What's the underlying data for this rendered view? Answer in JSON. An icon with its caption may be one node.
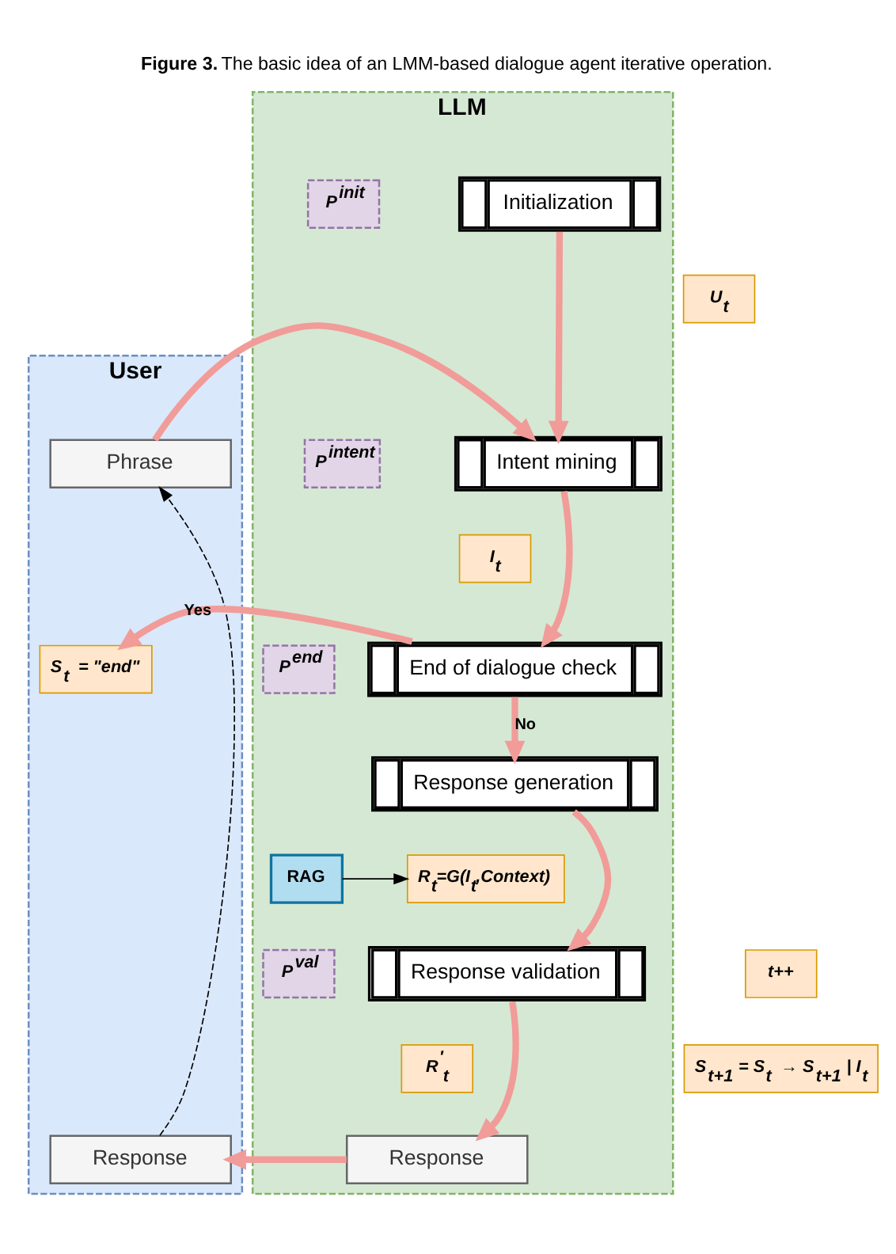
{
  "diagram": {
    "title": "**Figure 3.** The basic idea of an LMM-based dialogue agent iterative operation.",
    "nodes": [
      {
        "text": [
          "User"
        ]
      },
      {
        "text": [
          "LLM"
        ]
      },
      {
        "text": [
          "Initialization"
        ],
        "in": 1
      },
      {
        "text": [
          "P$^{init}$"
        ],
        "in": 1
      },
      {
        "text": [
          "U$_{t}$"
        ]
      },
      {
        "text": [
          "Phrase"
        ],
        "in": 0
      },
      {
        "text": [
          "Intent mining"
        ],
        "in": 1
      },
      {
        "text": [
          "P$^{intent}$"
        ],
        "in": 1
      },
      {
        "text": [
          "I$_{t}$"
        ],
        "in": 1
      },
      {
        "text": [
          "S$_{t}$ = \"end\""
        ],
        "in": 0
      },
      {
        "text": [
          "End of dialogue check"
        ],
        "in": 1
      },
      {
        "text": [
          "P$^{end}$"
        ],
        "in": 1
      },
      {
        "text": [
          "Response generation"
        ],
        "in": 1
      },
      {
        "text": [
          "RAG"
        ],
        "in": 1
      },
      {
        "text": [
          "R$_{t}$=G(I$_{t}$,Context)"
        ],
        "in": 1
      },
      {
        "text": [
          "Response validation"
        ],
        "in": 1
      },
      {
        "text": [
          "P$^{val}$"
        ],
        "in": 1
      },
      {
        "text": [
          "t++"
        ]
      },
      {
        "text": [
          "S$_{t+1}$ = S$_{t}$ → S$_{t+1}$ | I$_{t}$"
        ]
      },
      {
        "text": [
          "R$^{'}$$_{t}$"
        ],
        "in": 1
      },
      {
        "text": [
          "Response"
        ],
        "in": 0
      },
      {
        "text": [
          "Response"
        ],
        "in": 1
      }
    ],
    "edges": [
      {
        "from": 2,
        "to": 6,
        "arrow": "to"
      },
      {
        "from": 5,
        "to": 6,
        "arrow": "to"
      },
      {
        "from": 6,
        "to": 10,
        "arrow": "to"
      },
      {
        "from": 10,
        "to": 9,
        "arrow": "to",
        "label": "Yes"
      },
      {
        "from": 10,
        "to": 12,
        "arrow": "to",
        "label": "No"
      },
      {
        "from": 12,
        "to": 15,
        "arrow": "to"
      },
      {
        "from": 13,
        "to": 14,
        "arrow": "to",
        "color": "#000000"
      },
      {
        "from": 15,
        "to": 21,
        "arrow": "to"
      },
      {
        "from": 21,
        "to": 20,
        "arrow": "to"
      },
      {
        "from": 20,
        "to": 5,
        "arrow": "to",
        "style": "dashed",
        "color": "#000000"
      }
    ]
  }
}
